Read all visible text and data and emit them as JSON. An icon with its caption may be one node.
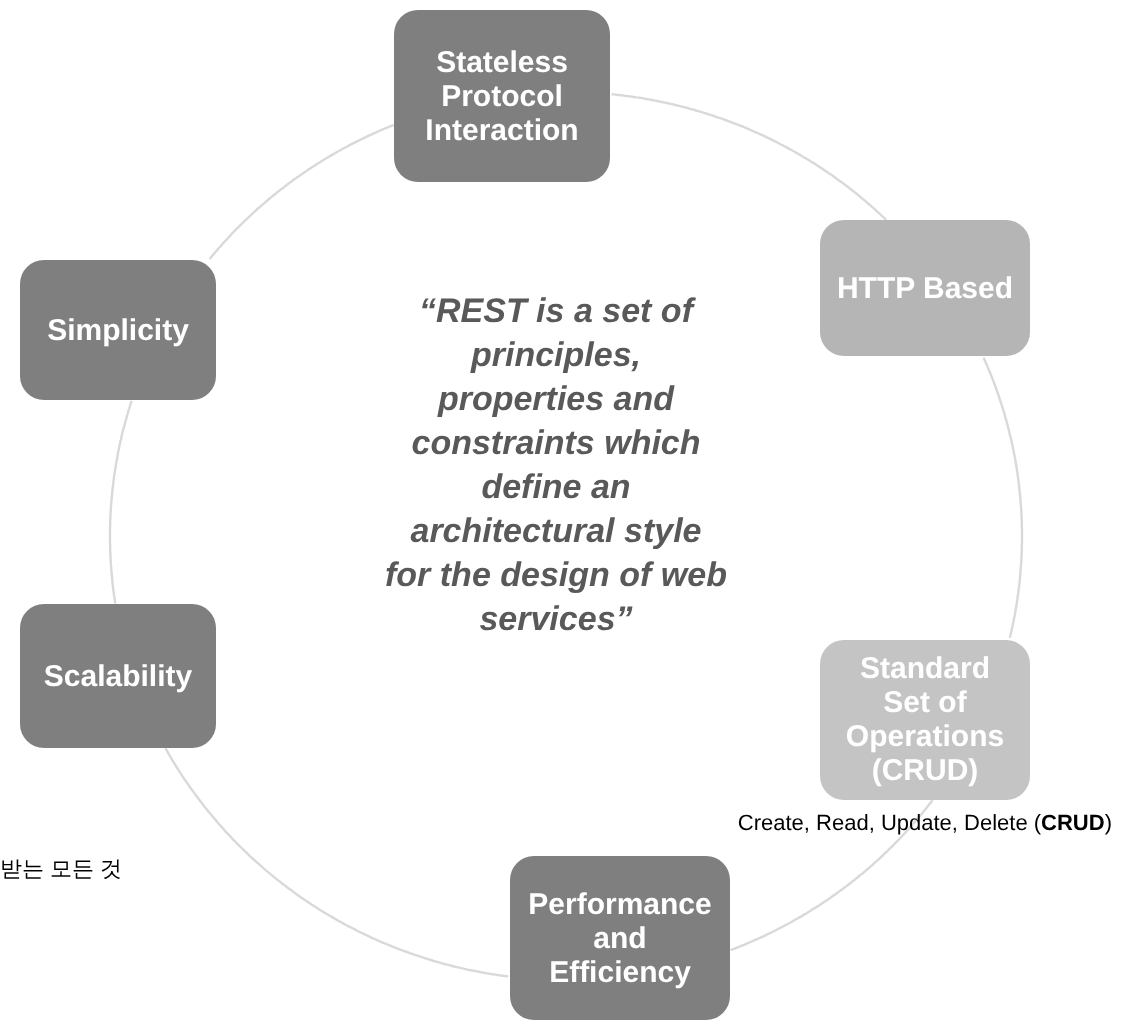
{
  "diagram": {
    "nodes": [
      {
        "text": [
          "Stateless Protocol Interaction"
        ]
      },
      {
        "text": [
          "HTTP Based"
        ]
      },
      {
        "text": [
          "Standard Set of Operations (CRUD)"
        ],
        "beside": [
          "Create, Read, Update, Delete (**CRUD**)"
        ]
      },
      {
        "text": [
          "Performance and Efficiency"
        ]
      },
      {
        "text": [
          "Scalability"
        ]
      },
      {
        "text": [
          "Simplicity"
        ]
      }
    ],
    "edges": [
      {
        "from": 0,
        "to": 1,
        "arrow": "none"
      },
      {
        "from": 1,
        "to": 2,
        "arrow": "none"
      },
      {
        "from": 2,
        "to": 3,
        "arrow": "none"
      },
      {
        "from": 3,
        "to": 4,
        "arrow": "none"
      },
      {
        "from": 4,
        "to": 5,
        "arrow": "none"
      },
      {
        "from": 5,
        "to": 0,
        "arrow": "none"
      }
    ],
    "labels": [
      "“REST is a set of principles, properties and constraints which define an architectural style for the design of web services”",
      "받는 모든 것"
    ]
  }
}
